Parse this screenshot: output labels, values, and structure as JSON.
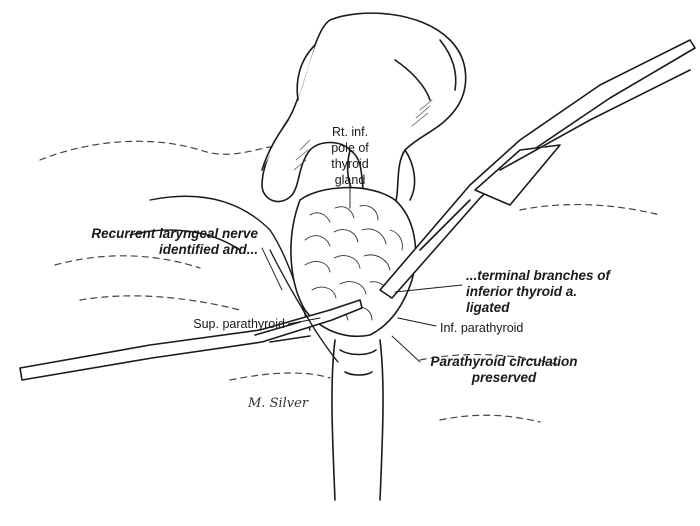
{
  "labels": {
    "rt_inf_pole": "Rt. inf.\npole of\nthyroid\ngland",
    "recurrent_nerve": "Recurrent laryngeal nerve\nidentified and...",
    "terminal_branches": "...terminal branches of\ninferior thyroid a.\nligated",
    "sup_parathyroid": "Sup. parathyroid",
    "inf_parathyroid": "Inf. parathyroid",
    "parathyroid_circulation": "Parathyroid circulation\npreserved"
  },
  "signature": "M. Silver",
  "colors": {
    "ink": "#1a1a1a",
    "background": "#ffffff"
  }
}
